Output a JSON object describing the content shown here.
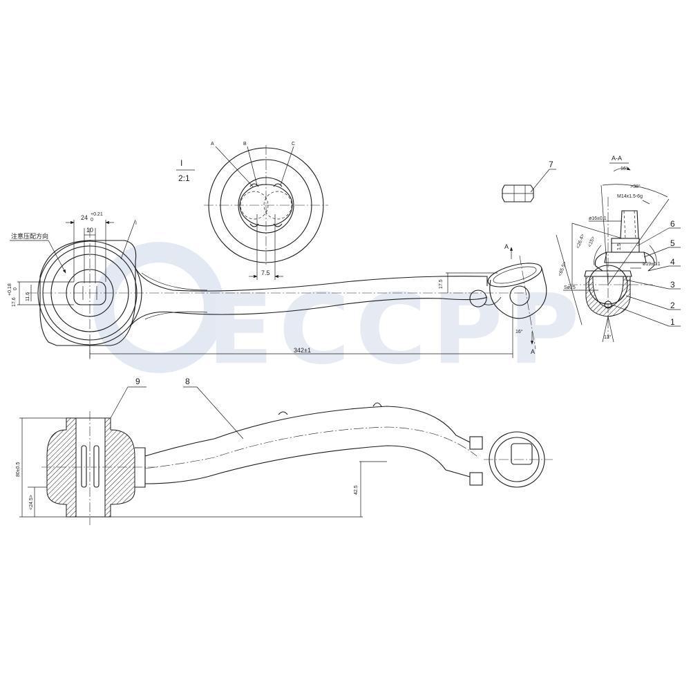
{
  "watermark": {
    "text": "ECCPP",
    "color": "#dfe5ef"
  },
  "detail_view": {
    "label": "I",
    "scale": "2:1",
    "point_labels": [
      "A",
      "B",
      "C"
    ],
    "dim_width": "7.5"
  },
  "section_view": {
    "label": "A-A",
    "angle_top": "16°",
    "angle_cone": ">38°",
    "thread": "M14x1.5-6g",
    "dia_16": "ø16±0.1",
    "dim_26_4": "<26.4>",
    "dim_15": "<15>",
    "dim_1_5": "1.5",
    "dim_65_5": "<65.5>",
    "dia_19": "ø19±0.1",
    "sphere": "Sø25",
    "angle_bottom": "13°"
  },
  "part_numbers": [
    "1",
    "2",
    "3",
    "4",
    "5",
    "6",
    "7",
    "8",
    "9"
  ],
  "top_view": {
    "press_direction": "注意压配方向",
    "detail_ref": "I",
    "dim_24": "24",
    "tol_24_upper": "+0.21",
    "tol_24_lower": "0",
    "dim_10": "10",
    "dim_17_6": "17.6",
    "tol_17_6_upper": "+0.18",
    "tol_17_6_lower": "0",
    "dim_11_6": "11.6",
    "dim_17_5": "17.5",
    "dim_342": "342±1",
    "angle_16": "16°",
    "section_mark": "A"
  },
  "side_view": {
    "dim_80": "80±0.5",
    "dim_24_5": "<24.5>",
    "dim_42_5": "42.5"
  }
}
